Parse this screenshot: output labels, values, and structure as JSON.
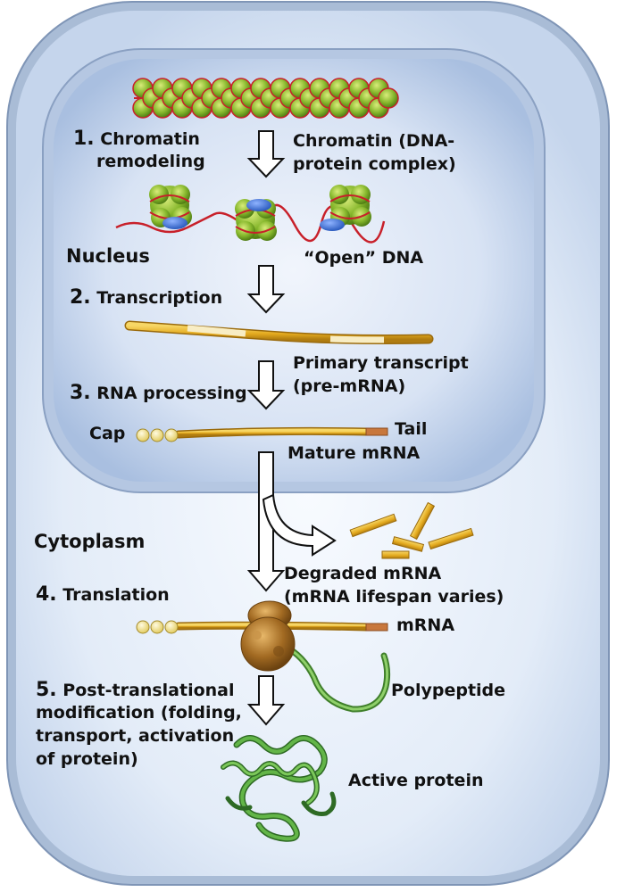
{
  "steps": {
    "s1_num": "1.",
    "s1_line1": "Chromatin",
    "s1_line2": "remodeling",
    "s2_num": "2.",
    "s2_text": "Transcription",
    "s3_num": "3.",
    "s3_text": "RNA processing",
    "s4_num": "4.",
    "s4_text": "Translation",
    "s5_num": "5.",
    "s5_line1": "Post-translational",
    "s5_line2": "modification (folding,",
    "s5_line3": "transport, activation",
    "s5_line4": "of protein)"
  },
  "labels": {
    "chromatin_line1": "Chromatin (DNA-",
    "chromatin_line2": "protein complex)",
    "nucleus": "Nucleus",
    "open_dna": "“Open” DNA",
    "primary_line1": "Primary transcript",
    "primary_line2": "(pre-mRNA)",
    "cap": "Cap",
    "tail": "Tail",
    "mature_mrna": "Mature mRNA",
    "cytoplasm": "Cytoplasm",
    "degraded_line1": "Degraded mRNA",
    "degraded_line2": "(mRNA lifespan varies)",
    "mrna": "mRNA",
    "polypeptide": "Polypeptide",
    "active_protein": "Active protein"
  },
  "colors": {
    "cell_membrane": "#9fb3cf",
    "cytoplasm": "#e4edf8",
    "nucleus": "#b9cbe8",
    "mrna": "#e8b428",
    "cap": "#f6e9a6",
    "tail": "#c8773c",
    "nucleosome": "#7cb331",
    "dna": "#c8202a",
    "ribosome": "#a8742a",
    "protein": "#4a9e3a"
  }
}
